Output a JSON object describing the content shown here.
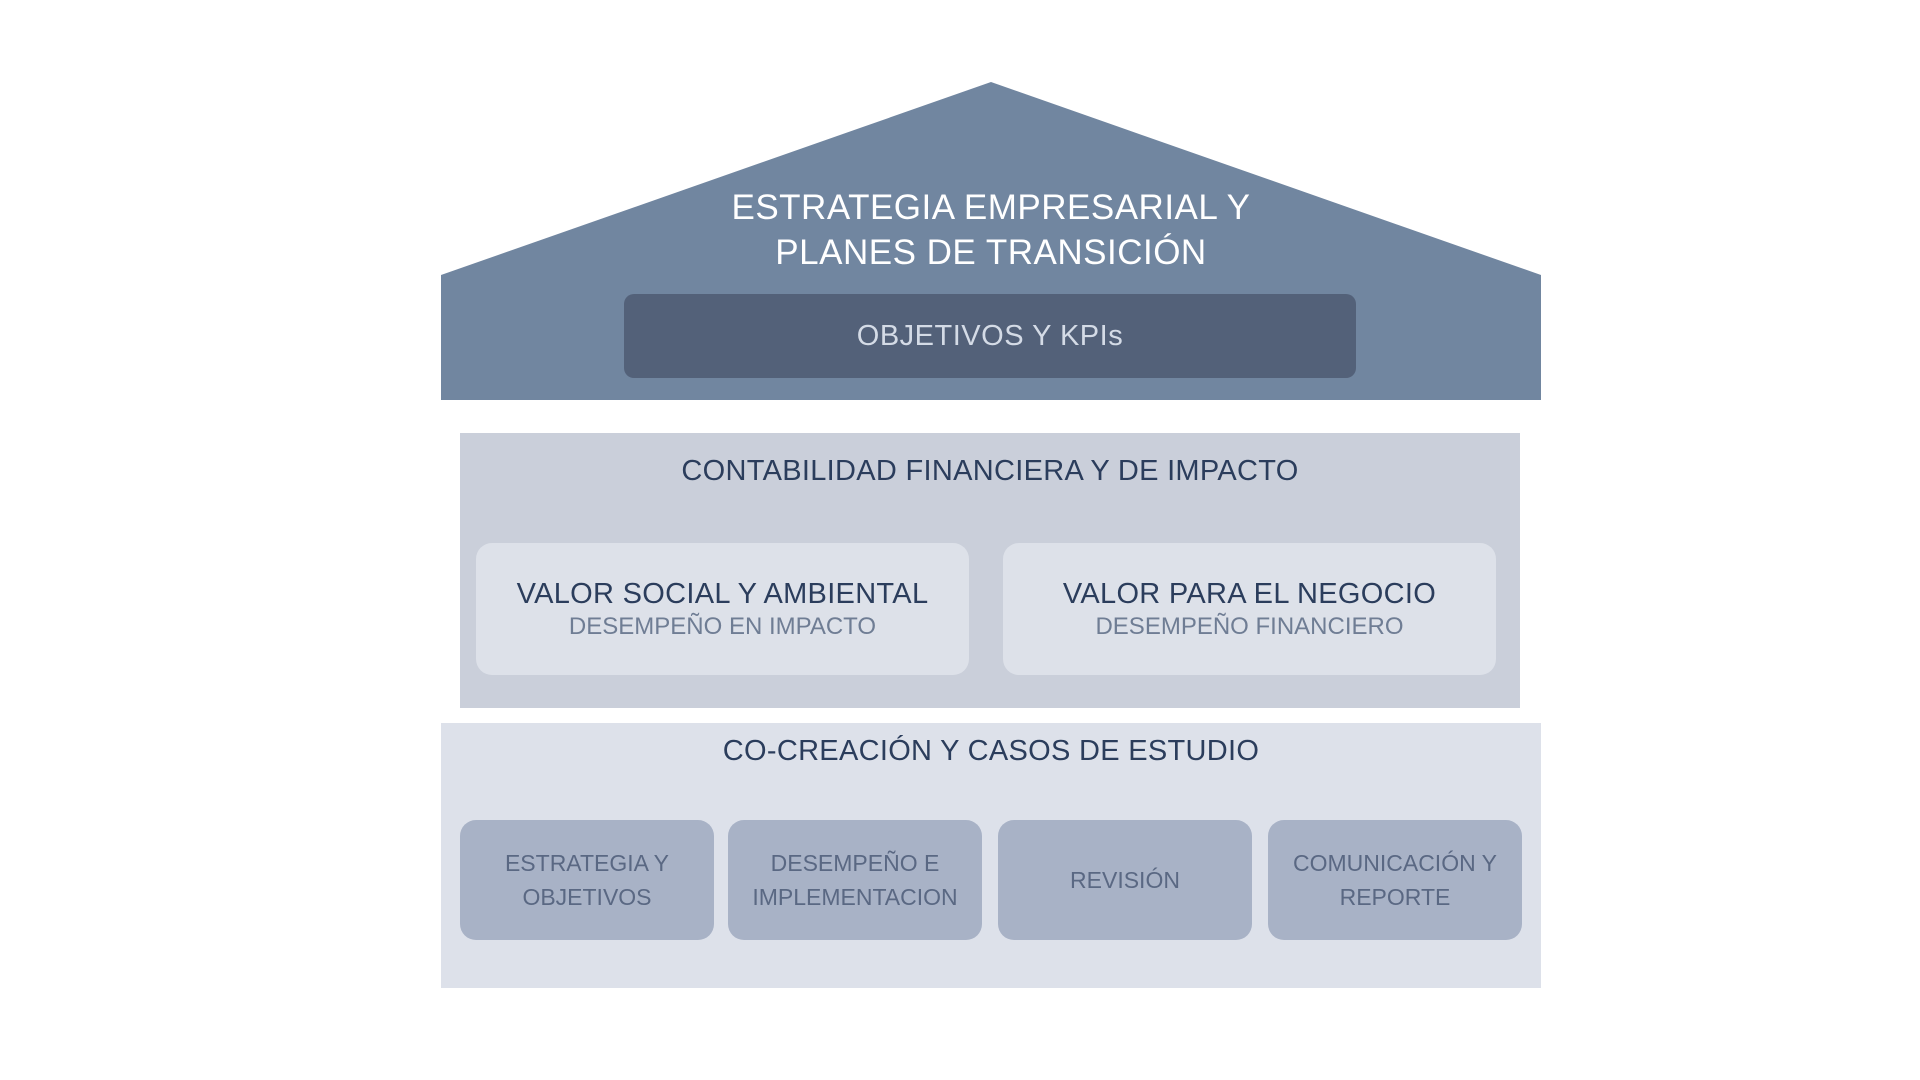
{
  "roof": {
    "title_line1": "ESTRATEGIA EMPRESARIAL Y",
    "title_line2": "PLANES DE TRANSICIÓN",
    "kpi_label": "OBJETIVOS Y KPIs"
  },
  "middle": {
    "title": "CONTABILIDAD FINANCIERA Y DE IMPACTO",
    "cards": [
      {
        "title": "VALOR SOCIAL Y AMBIENTAL",
        "subtitle": "DESEMPEÑO EN IMPACTO"
      },
      {
        "title": "VALOR PARA EL NEGOCIO",
        "subtitle": "DESEMPEÑO FINANCIERO"
      }
    ]
  },
  "base": {
    "title": "CO-CREACIÓN Y CASOS DE ESTUDIO",
    "stages": [
      {
        "line1": "ESTRATEGIA Y",
        "line2": "OBJETIVOS"
      },
      {
        "line1": "DESEMPEÑO E",
        "line2": "IMPLEMENTACION"
      },
      {
        "line1": "REVISIÓN",
        "line2": ""
      },
      {
        "line1": "COMUNICACIÓN Y",
        "line2": "REPORTE"
      }
    ]
  },
  "colors": {
    "roof": "#7186a0",
    "kpi_box": "#536179",
    "middle_band": "#cacfda",
    "value_card": "#dde1e9",
    "base_band": "#dde1ea",
    "stage_box": "#a8b2c6",
    "heading_text": "#2b3d5c"
  }
}
